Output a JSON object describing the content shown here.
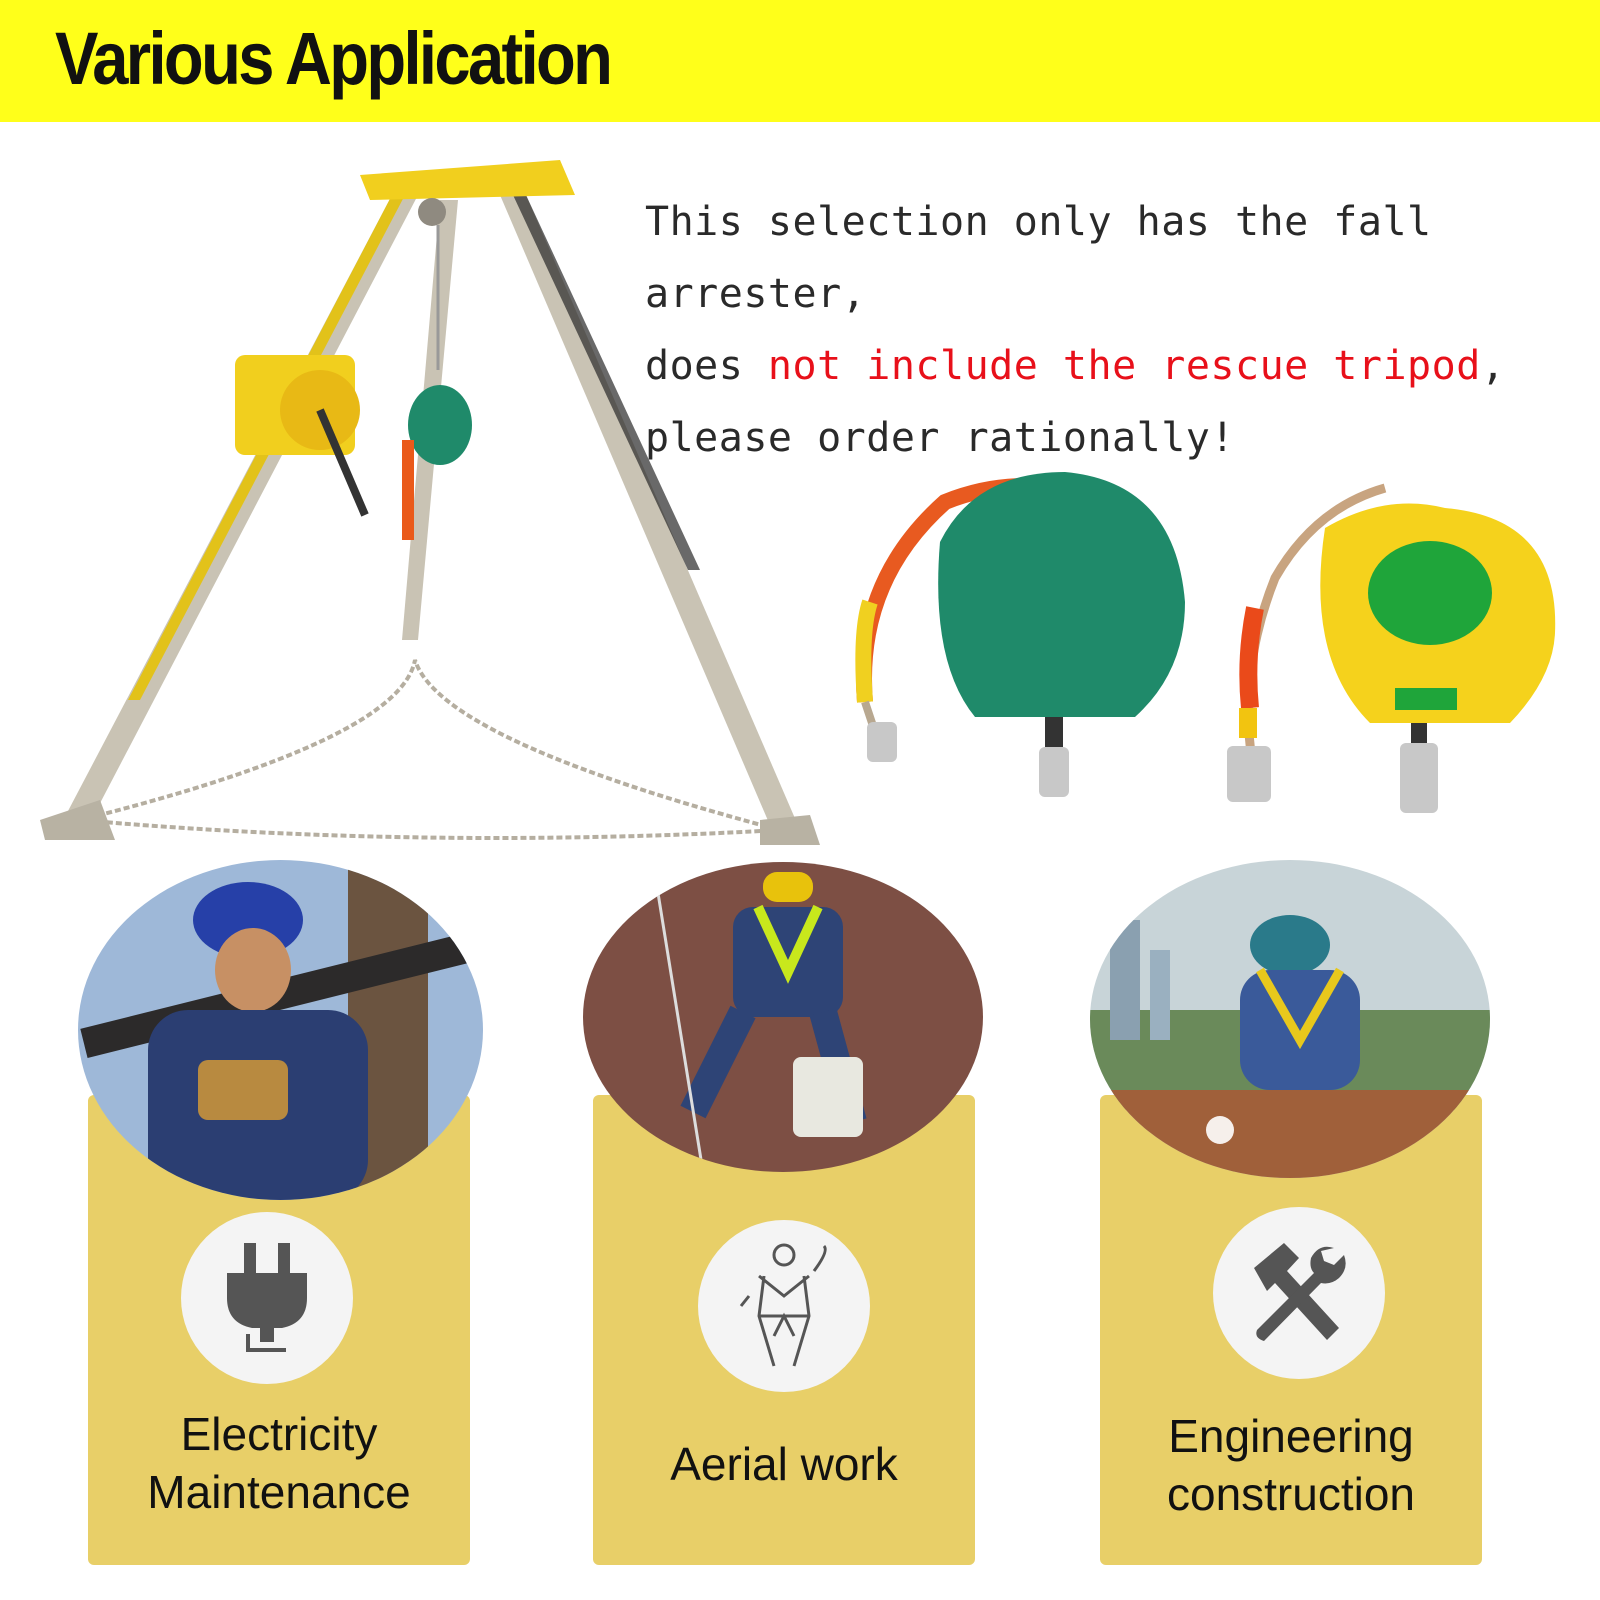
{
  "banner": {
    "title": "Various Application"
  },
  "notice": {
    "line1": "This selection only has the fall arrester,",
    "line2_before": "does ",
    "line2_highlight": "not include the rescue tripod",
    "line2_after": ",",
    "line3": "please order rationally!"
  },
  "applications": [
    {
      "line1": "Electricity",
      "line2": "Maintenance",
      "icon": "plug-icon"
    },
    {
      "line1": "Aerial work",
      "line2": "",
      "icon": "harness-icon"
    },
    {
      "line1": "Engineering",
      "line2": "construction",
      "icon": "hammer-wrench-icon"
    }
  ],
  "colors": {
    "banner": "#ffff1a",
    "highlight": "#e8101a",
    "card": "#e8cf68",
    "arrester_green": "#1f8a6a",
    "arrester_yellow": "#f5d21c"
  }
}
